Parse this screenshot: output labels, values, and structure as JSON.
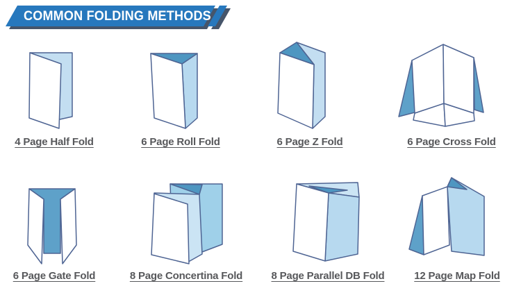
{
  "banner": {
    "title": "COMMON FOLDING METHODS",
    "fill": "#2778BD",
    "shadow": "#46556A",
    "text_color": "#FFFFFF"
  },
  "colors": {
    "outline": "#4E6493",
    "white": "#FFFFFF",
    "light_blue": "#C3DEF1",
    "sky_blue": "#B7D9EF",
    "pale_blue": "#CBE4F4",
    "mid_blue": "#9FD0E9",
    "accent_blue": "#5EA1C9",
    "deep_blue": "#4E96C1",
    "label_text": "#57585B"
  },
  "items": [
    {
      "label": "4 Page Half Fold"
    },
    {
      "label": "6 Page Roll Fold"
    },
    {
      "label": "6 Page Z Fold"
    },
    {
      "label": "6 Page Cross Fold"
    },
    {
      "label": "6 Page Gate Fold"
    },
    {
      "label": "8 Page Concertina Fold"
    },
    {
      "label": "8 Page Parallel DB Fold"
    },
    {
      "label": "12 Page Map Fold"
    }
  ]
}
